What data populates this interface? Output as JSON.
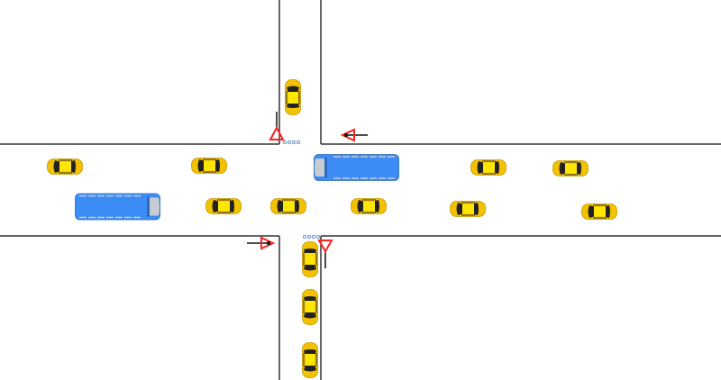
{
  "scene": "intersection",
  "colors": {
    "road_edge": "#333333",
    "car_body": "#f2c200",
    "car_roof": "#ffe600",
    "car_glass": "#222222",
    "bus_body": "#3b8cf5",
    "bus_glass": "#c8ccd2",
    "yield_sign": "#ff2020",
    "arrow": "#111111",
    "detector": "#6a8fd0"
  },
  "vehicles": {
    "cars": 13,
    "buses": 2
  }
}
